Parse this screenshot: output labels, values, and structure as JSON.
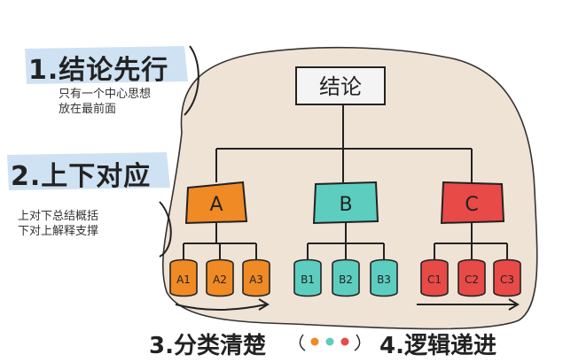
{
  "principles": {
    "p1": {
      "title": "1.结论先行",
      "note_line1": "只有一个中心思想",
      "note_line2": "放在最前面"
    },
    "p2": {
      "title": "2.上下对应",
      "note_line1": "上对下总结概括",
      "note_line2": "下对上解释支撑"
    },
    "p3": {
      "title": "3.分类清楚"
    },
    "p4": {
      "title": "4.逻辑递进"
    }
  },
  "tree": {
    "root": "结论",
    "groups": [
      {
        "label": "A",
        "color": "#F08A24",
        "children": [
          "A1",
          "A2",
          "A3"
        ]
      },
      {
        "label": "B",
        "color": "#5DCDC0",
        "children": [
          "B1",
          "B2",
          "B3"
        ]
      },
      {
        "label": "C",
        "color": "#E84A47",
        "children": [
          "C1",
          "C2",
          "C3"
        ]
      }
    ]
  },
  "colors": {
    "background_blob": "#EFE3D6",
    "heading_highlight": "#CFE2F3",
    "root_box": "#F4F4F4",
    "stroke": "#222222"
  },
  "dots": [
    "#F08A24",
    "#5DCDC0",
    "#E84A47"
  ]
}
